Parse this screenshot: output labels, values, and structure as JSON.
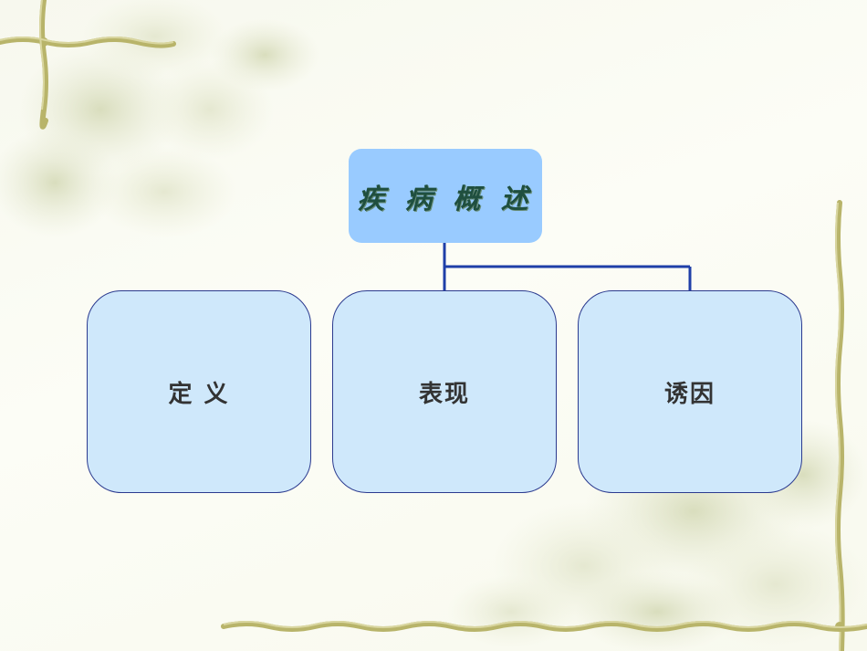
{
  "diagram": {
    "root": {
      "label": "疾 病 概 述"
    },
    "children": [
      {
        "label": "定  义"
      },
      {
        "label": "表现"
      },
      {
        "label": "诱因"
      }
    ]
  },
  "colors": {
    "root_fill": "#99cbff",
    "child_fill": "#cfe8fb",
    "child_border": "#2b3a8f",
    "connector": "#1f3fa8",
    "vine": "#b8b46a"
  }
}
